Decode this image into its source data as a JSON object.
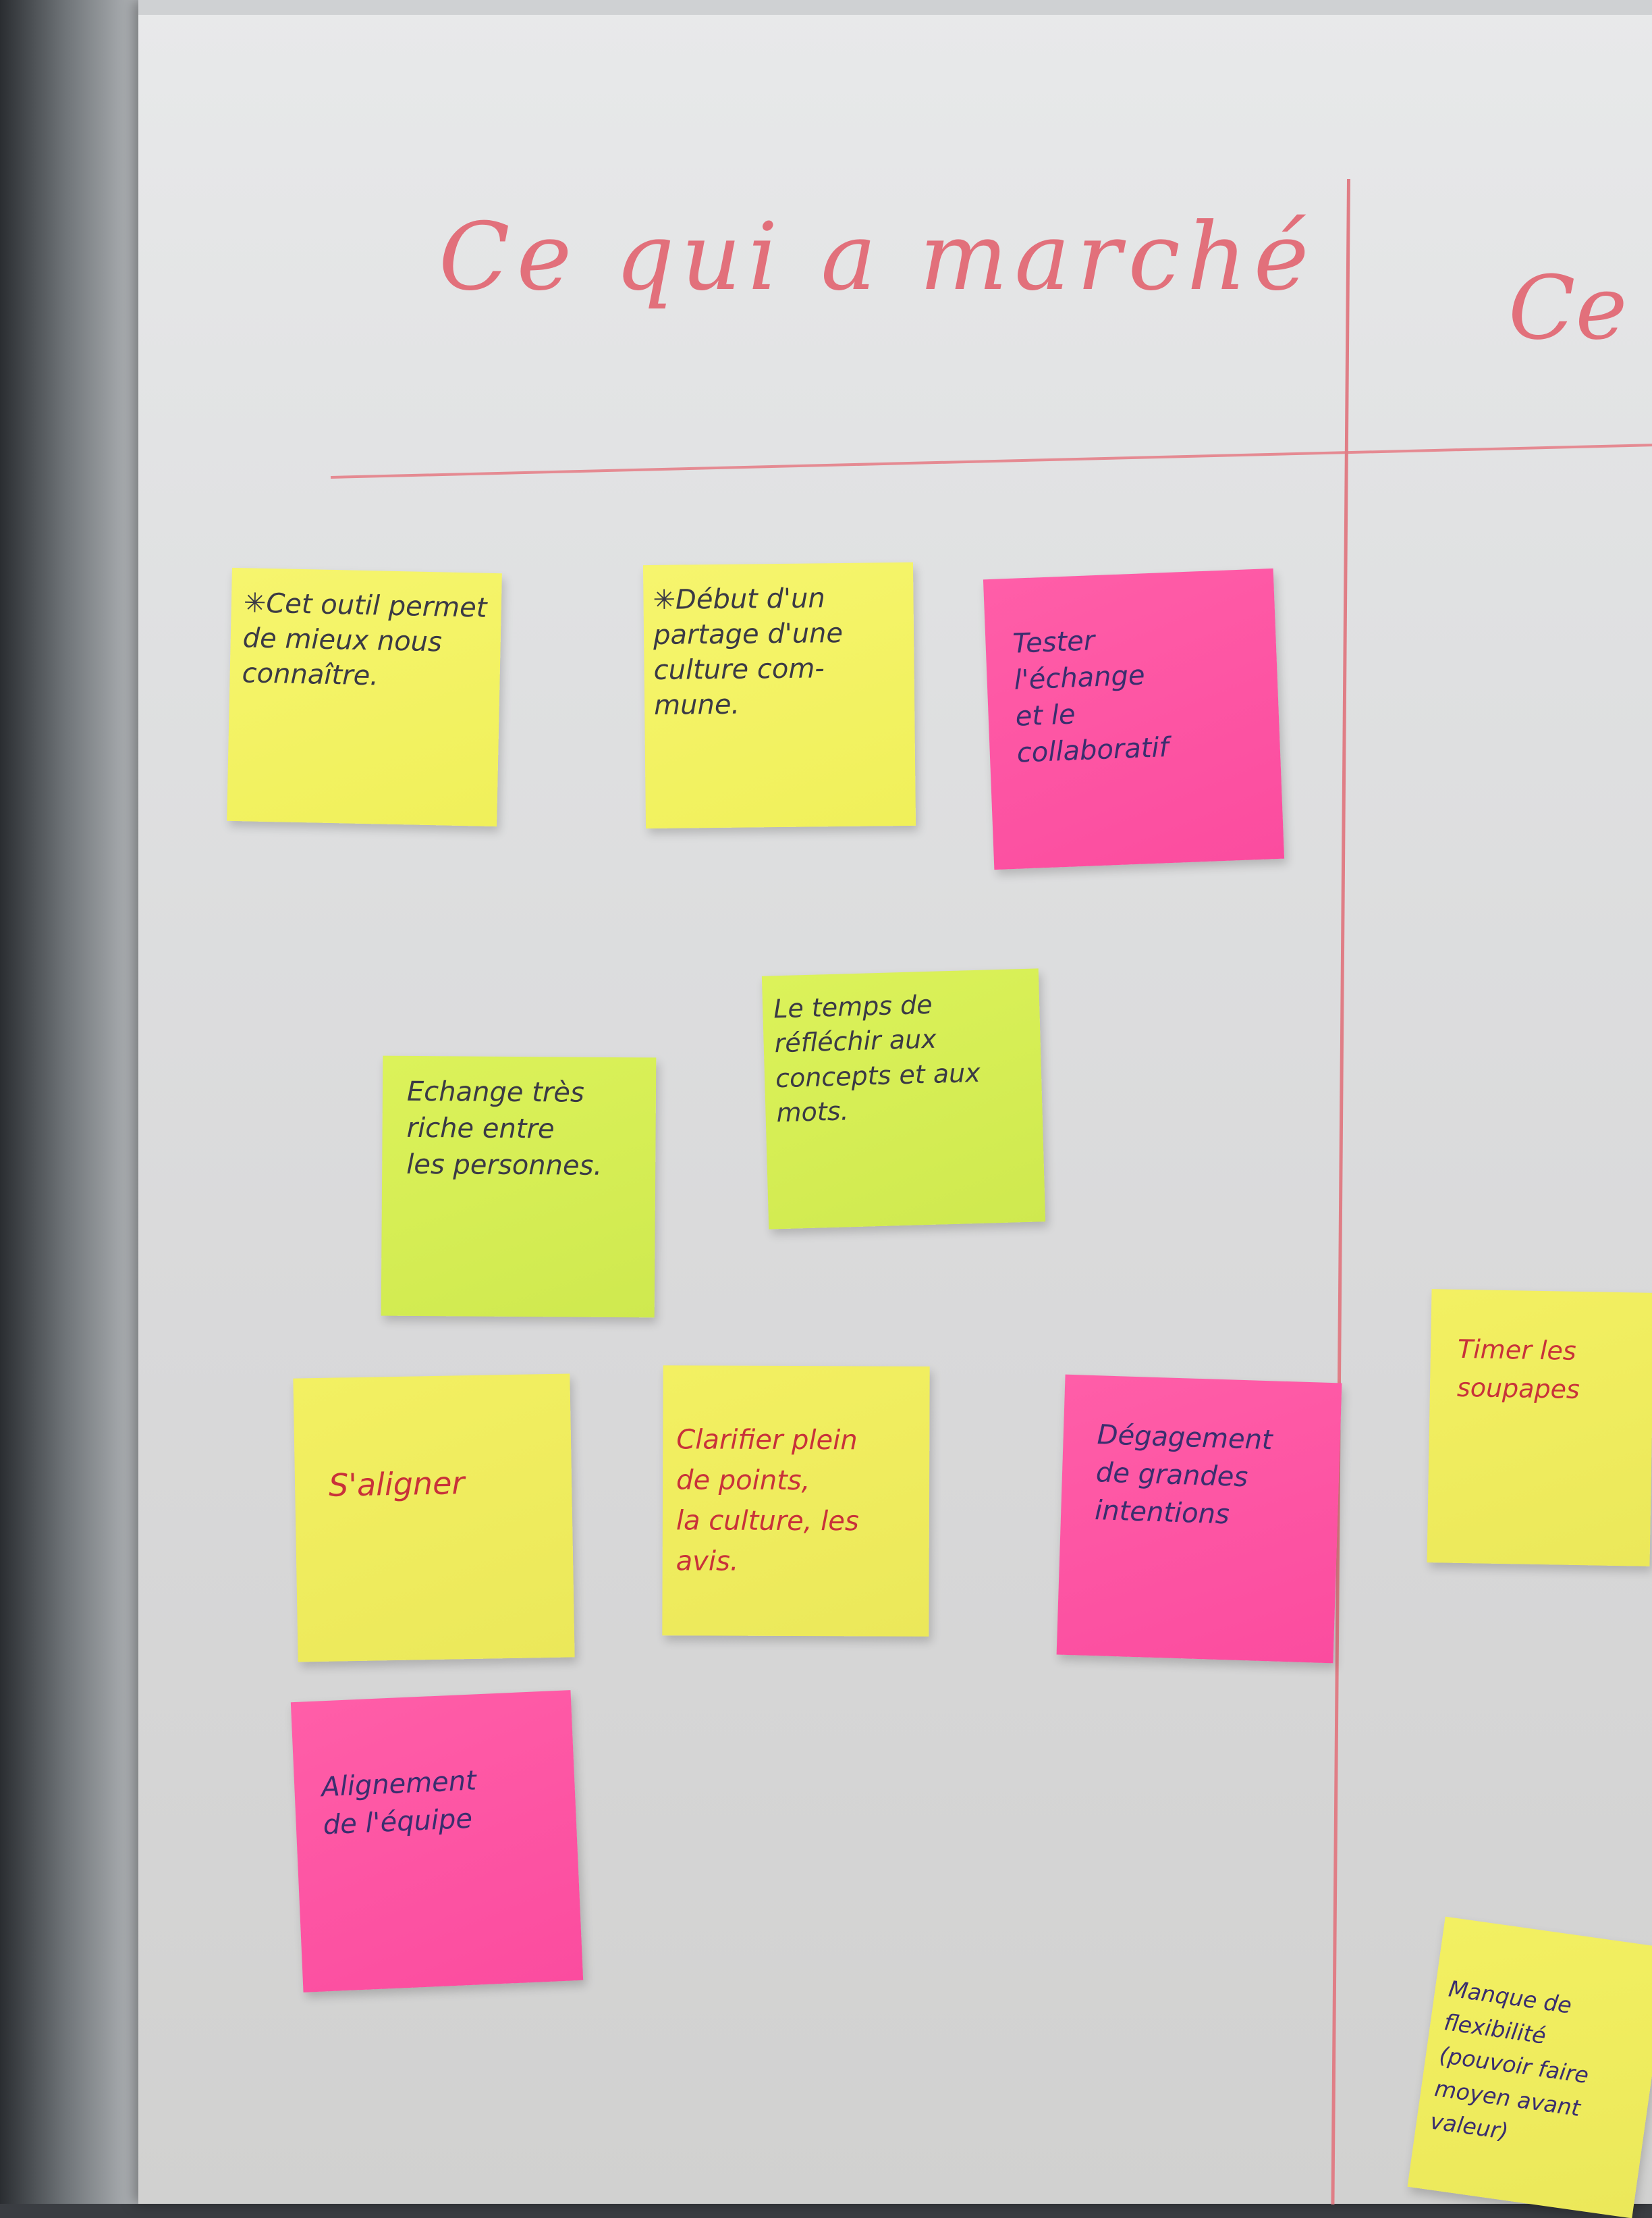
{
  "board": {
    "column_title": "Ce qui a marché",
    "next_column_title_partial": "Ce"
  },
  "notes": [
    {
      "id": "cet-outil",
      "text": "✳Cet outil permet\nde mieux nous\nconnaître."
    },
    {
      "id": "debut-partage",
      "text": "✳Début d'un\npartage d'une\nculture com-\nmune."
    },
    {
      "id": "tester-echange",
      "text": "Tester\nl'échange\net le\ncollaboratif"
    },
    {
      "id": "echange-riche",
      "text": "Echange très\nriche entre\nles personnes."
    },
    {
      "id": "temps-reflechir",
      "text": "Le temps de\nréfléchir aux\nconcepts et aux\nmots."
    },
    {
      "id": "s-aligner",
      "text": "S'aligner"
    },
    {
      "id": "clarifier",
      "text": "Clarifier plein\nde points,\nla culture, les\navis."
    },
    {
      "id": "degagement",
      "text": "Dégagement\nde grandes\nintentions"
    },
    {
      "id": "alignement",
      "text": "Alignement\nde l'équipe"
    },
    {
      "id": "timer",
      "text": "Timer les\nsoupapes"
    },
    {
      "id": "manque-flexibilite",
      "text": "Manque de\nflexibilité\n(pouvoir faire\nmoyen avant valeur)"
    }
  ]
}
